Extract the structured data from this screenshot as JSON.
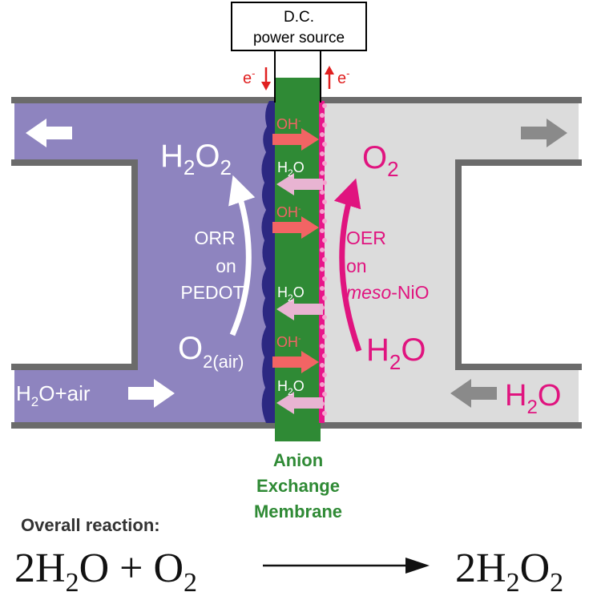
{
  "power_source": {
    "line1": "D.C.",
    "line2": "power source"
  },
  "electron": {
    "symbol": "e",
    "charge": "-"
  },
  "left_chamber": {
    "product": {
      "base": "H",
      "sub": "2",
      "base2": "O",
      "sub2": "2"
    },
    "reaction_lines": [
      "ORR",
      "on",
      "PEDOT"
    ],
    "reactant": {
      "base": "O",
      "sub": "2(air)"
    },
    "inlet": {
      "base": "H",
      "sub": "2",
      "rest": "O+air"
    }
  },
  "right_chamber": {
    "product": {
      "base": "O",
      "sub": "2"
    },
    "reaction_lines": [
      "OER",
      "on"
    ],
    "catalyst": {
      "italic": "meso",
      "rest": "-NiO"
    },
    "reactant": {
      "base": "H",
      "sub": "2",
      "rest": "O"
    },
    "inlet": {
      "base": "H",
      "sub": "2",
      "rest": "O"
    }
  },
  "membrane_ions": {
    "hydroxide": {
      "base": "OH",
      "sup": "-"
    },
    "water": {
      "base": "H",
      "sub": "2",
      "rest": "O"
    }
  },
  "membrane_label": [
    "Anion",
    "Exchange",
    "Membrane"
  ],
  "overall": {
    "label": "Overall reaction:",
    "lhs_coef": "2H",
    "lhs_sub": "2",
    "lhs_rest": "O + O",
    "lhs_sub2": "2",
    "rhs_coef": "2H",
    "rhs_sub": "2",
    "rhs_rest": "O",
    "rhs_sub2": "2"
  },
  "colors": {
    "left_fluid": "#8e84bf",
    "right_fluid": "#dcdcdc",
    "wall": "#6b6b6b",
    "membrane": "#2f8a35",
    "membrane_text": "#2f8a35",
    "pedot": "#2c2882",
    "nio": "#e8168a",
    "oh_arrow": "#f26464",
    "water_arrow": "#e8b4d2",
    "electron_red": "#e02020",
    "right_text": "#e0147f",
    "right_arrow": "#e0147f"
  }
}
